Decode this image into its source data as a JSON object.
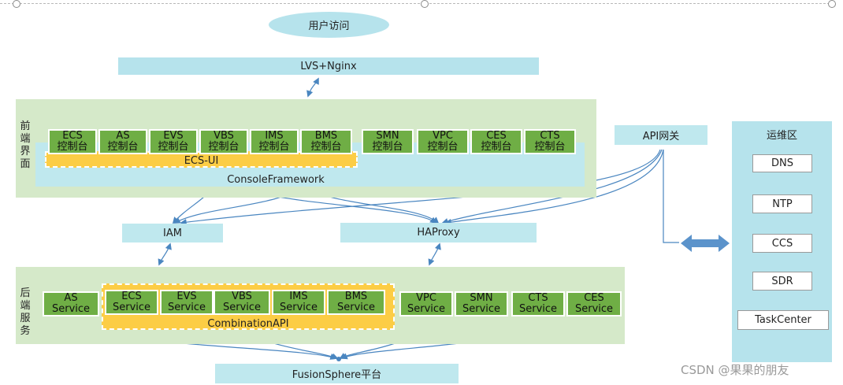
{
  "user_access": "用户访问",
  "lvs": "LVS+Nginx",
  "frontend": {
    "side_label": [
      "前",
      "端",
      "界",
      "面"
    ],
    "ecs_ui_consoles": [
      {
        "line1": "ECS",
        "line2": "控制台"
      },
      {
        "line1": "AS",
        "line2": "控制台"
      },
      {
        "line1": "EVS",
        "line2": "控制台"
      },
      {
        "line1": "VBS",
        "line2": "控制台"
      },
      {
        "line1": "IMS",
        "line2": "控制台"
      },
      {
        "line1": "BMS",
        "line2": "控制台"
      }
    ],
    "other_consoles": [
      {
        "line1": "SMN",
        "line2": "控制台"
      },
      {
        "line1": "VPC",
        "line2": "控制台"
      },
      {
        "line1": "CES",
        "line2": "控制台"
      },
      {
        "line1": "CTS",
        "line2": "控制台"
      }
    ],
    "ecs_ui": "ECS-UI",
    "console_framework": "ConsoleFramework"
  },
  "api_gateway": "API网关",
  "iam": "IAM",
  "haproxy": "HAProxy",
  "backend": {
    "side_label": [
      "后",
      "端",
      "服",
      "务"
    ],
    "left_services": [
      {
        "line1": "AS",
        "line2": "Service"
      }
    ],
    "combination_services": [
      {
        "line1": "ECS",
        "line2": "Service"
      },
      {
        "line1": "EVS",
        "line2": "Service"
      },
      {
        "line1": "VBS",
        "line2": "Service"
      },
      {
        "line1": "IMS",
        "line2": "Service"
      },
      {
        "line1": "BMS",
        "line2": "Service"
      }
    ],
    "combination_api": "CombinationAPI",
    "right_services": [
      {
        "line1": "VPC",
        "line2": "Service"
      },
      {
        "line1": "SMN",
        "line2": "Service"
      },
      {
        "line1": "CTS",
        "line2": "Service"
      },
      {
        "line1": "CES",
        "line2": "Service"
      }
    ]
  },
  "fusionsphere": "FusionSphere平台",
  "ops_zone": {
    "title": "运维区",
    "items": [
      "DNS",
      "NTP",
      "CCS",
      "SDR",
      "TaskCenter"
    ]
  },
  "watermark": "CSDN @果果的朋友",
  "colors": {
    "light_cyan": "#b6e3ec",
    "green_panel": "#d5e9c9",
    "service_green": "#6fae45",
    "yellow": "#fccd45",
    "connector_blue": "#4a86c0"
  }
}
